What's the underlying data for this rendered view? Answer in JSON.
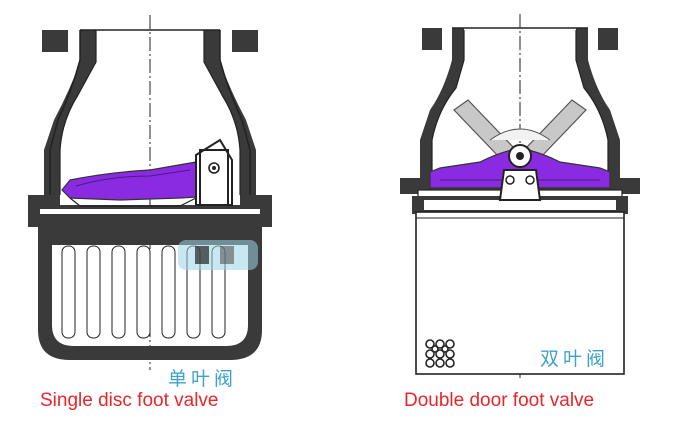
{
  "diagrams": [
    {
      "caption": "Single disc foot valve",
      "label_cn": "单叶阀",
      "valve_type": "single-disc",
      "disc_color": "#8a2be2"
    },
    {
      "caption": "Double door foot valve",
      "label_cn": "双叶阀",
      "valve_type": "double-door",
      "disc_color": "#8a2be2"
    }
  ],
  "colors": {
    "body": "#3a3a3a",
    "disc": "#8a2be2",
    "caption": "#e8262b",
    "cn_label": "#3fa2c8",
    "open_door": "#c8c8c8"
  }
}
